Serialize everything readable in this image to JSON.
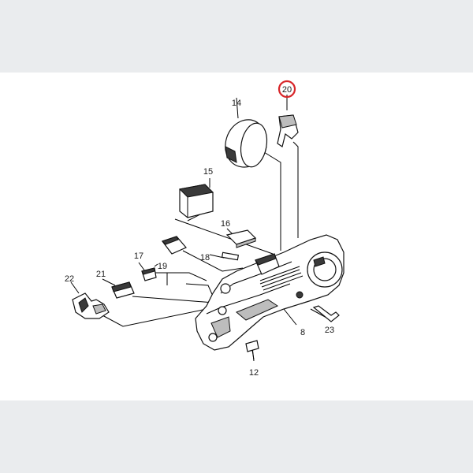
{
  "diagram": {
    "highlight_color": "#d8262a",
    "callouts": [
      {
        "id": "20",
        "label": "20",
        "highlighted": true
      },
      {
        "id": "14",
        "label": "14"
      },
      {
        "id": "15",
        "label": "15"
      },
      {
        "id": "16",
        "label": "16"
      },
      {
        "id": "17",
        "label": "17"
      },
      {
        "id": "18",
        "label": "18"
      },
      {
        "id": "19",
        "label": "19"
      },
      {
        "id": "21",
        "label": "21"
      },
      {
        "id": "22",
        "label": "22"
      },
      {
        "id": "8",
        "label": "8"
      },
      {
        "id": "23",
        "label": "23"
      },
      {
        "id": "12",
        "label": "12"
      }
    ]
  }
}
